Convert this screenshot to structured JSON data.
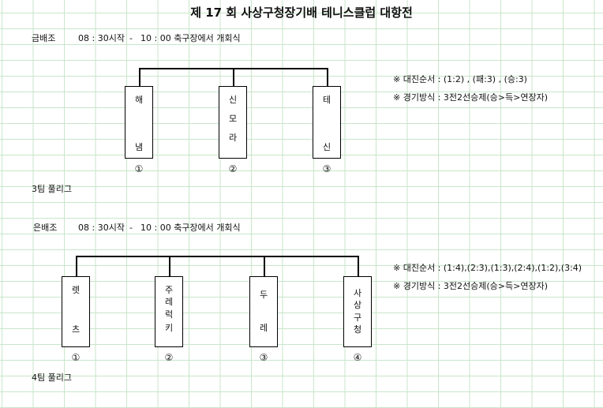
{
  "title": "제 17 회 사상구청장기배 테니스클럽 대항전",
  "gold": {
    "label": "금배조",
    "start": "08 : 30시작",
    "dash": "-",
    "ceremony": "10 : 00 축구장에서 개회식",
    "teams": [
      {
        "chars": [
          "해",
          "냄"
        ],
        "num": "①"
      },
      {
        "chars": [
          "신",
          "모",
          "라"
        ],
        "num": "②"
      },
      {
        "chars": [
          "테",
          "신"
        ],
        "num": "③"
      }
    ],
    "note_order": "※  대진순서 : (1:2) , (패:3) , (승:3)",
    "note_method": "※  경기방식 : 3전2선승제(승>득>연장자)",
    "league": "3팀 풀리그"
  },
  "silver": {
    "label": "은배조",
    "start": "08 : 30시작",
    "dash": "-",
    "ceremony": "10 : 00 축구장에서 개회식",
    "teams": [
      {
        "chars": [
          "렛",
          "츠"
        ],
        "num": "①"
      },
      {
        "chars": [
          "주",
          "레",
          "럭",
          "키"
        ],
        "num": "②"
      },
      {
        "chars": [
          "두",
          "레"
        ],
        "num": "③"
      },
      {
        "chars": [
          "사",
          "상",
          "구",
          "청"
        ],
        "num": "④"
      }
    ],
    "note_order": "※  대진순서 : (1:4),(2:3),(1:3),(2:4),(1:2),(3:4)",
    "note_method": "※  경기방식 : 3전2선승제(승>득>연장자)",
    "league": "4팀 풀리그"
  }
}
